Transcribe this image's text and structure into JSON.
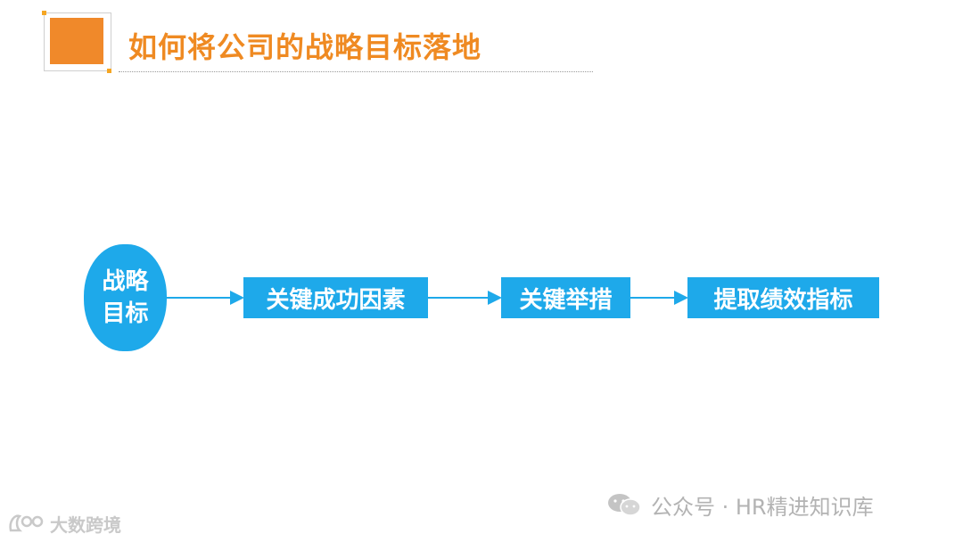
{
  "header": {
    "title": "如何将公司的战略目标落地"
  },
  "diagram": {
    "start": {
      "label": "战略目标"
    },
    "steps": [
      {
        "label": "关键成功因素"
      },
      {
        "label": "关键举措"
      },
      {
        "label": "提取绩效指标"
      }
    ]
  },
  "watermarks": {
    "logo_text": "大数跨境",
    "wechat_text": "公众号 · HR精进知识库"
  },
  "colors": {
    "accent_orange": "#ef8a22",
    "box_blue": "#1ea9ea",
    "arrow_blue": "#1ea9ea"
  }
}
